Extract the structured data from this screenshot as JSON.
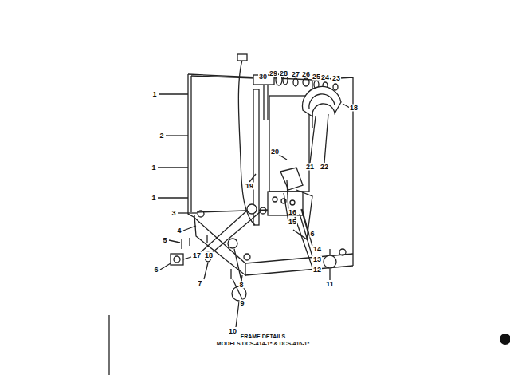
{
  "diagram": {
    "title": "FRAME DETAILS",
    "caption": "MODELS DCS-414-1* & DCS-416-1*",
    "labels": [
      "30",
      "29",
      "28",
      "27",
      "26",
      "25",
      "24",
      "23",
      "18",
      "1",
      "2",
      "20",
      "21",
      "22",
      "19",
      "16",
      "15",
      "6",
      "14",
      "13",
      "12",
      "17",
      "18",
      "1",
      "1",
      "3",
      "4",
      "5",
      "6",
      "7",
      "8",
      "9",
      "10",
      "11"
    ]
  }
}
